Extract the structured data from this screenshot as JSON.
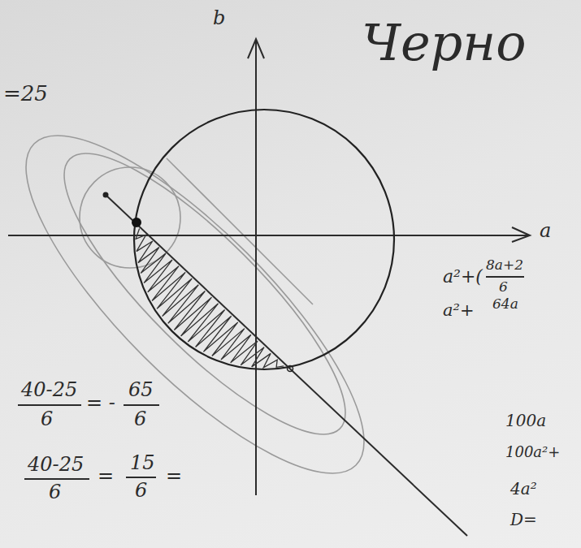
{
  "diagram": {
    "labels": [
      "=25",
      "b",
      "Черно",
      "a",
      "a²+(",
      "8a+2",
      "6",
      "a²+",
      "64a",
      "100a",
      "100a²+",
      "4a²",
      "D=",
      "40-25",
      "6",
      "= -",
      "65",
      "6",
      "40-25",
      "6",
      "=",
      "15",
      "6",
      "="
    ]
  }
}
